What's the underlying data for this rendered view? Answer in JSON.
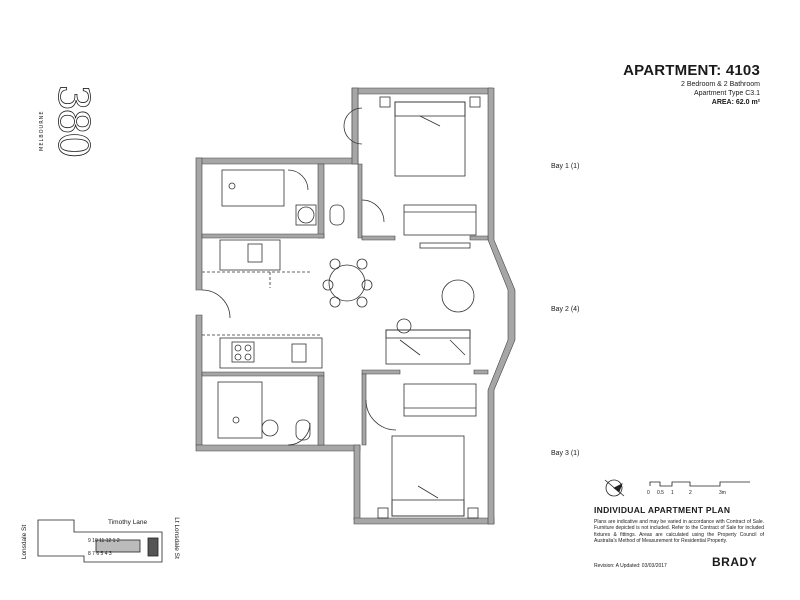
{
  "header": {
    "title": "APARTMENT: 4103",
    "line1": "2 Bedroom & 2 Bathroom",
    "line2": "Apartment Type C3.1",
    "area": "AREA:  62.0 m²"
  },
  "logo": {
    "number": "380",
    "city": "MELBOURNE"
  },
  "bays": {
    "bay1": "Bay 1 (1)",
    "bay2": "Bay 2 (4)",
    "bay3": "Bay 3 (1)"
  },
  "key_plan": {
    "street_top": "Timothy Lane",
    "street_left": "Lonsdale St",
    "street_right": "Lt Lonsdale St",
    "unit_numbers": [
      "9",
      "10",
      "11",
      "12",
      "1",
      "2",
      "8",
      "7",
      "6",
      "5",
      "4",
      "3"
    ]
  },
  "scale": {
    "labels": [
      "0",
      "0.5",
      "1",
      "2",
      "3m"
    ]
  },
  "footer": {
    "heading": "INDIVIDUAL APARTMENT PLAN",
    "disclaimer": "Plans are indicative and may be varied in accordance with Contract of Sale. Furniture depicted is not included. Refer to the Contract of Sale for included fixtures & fittings. Areas are calculated using the Property Council of Australia's Method of Measurement for Residential Property.",
    "revision": "Revision:  A    Updated:   03/03/2017",
    "brand": "BRADY"
  },
  "colors": {
    "wall": "#9a9a9a",
    "line": "#333333"
  }
}
